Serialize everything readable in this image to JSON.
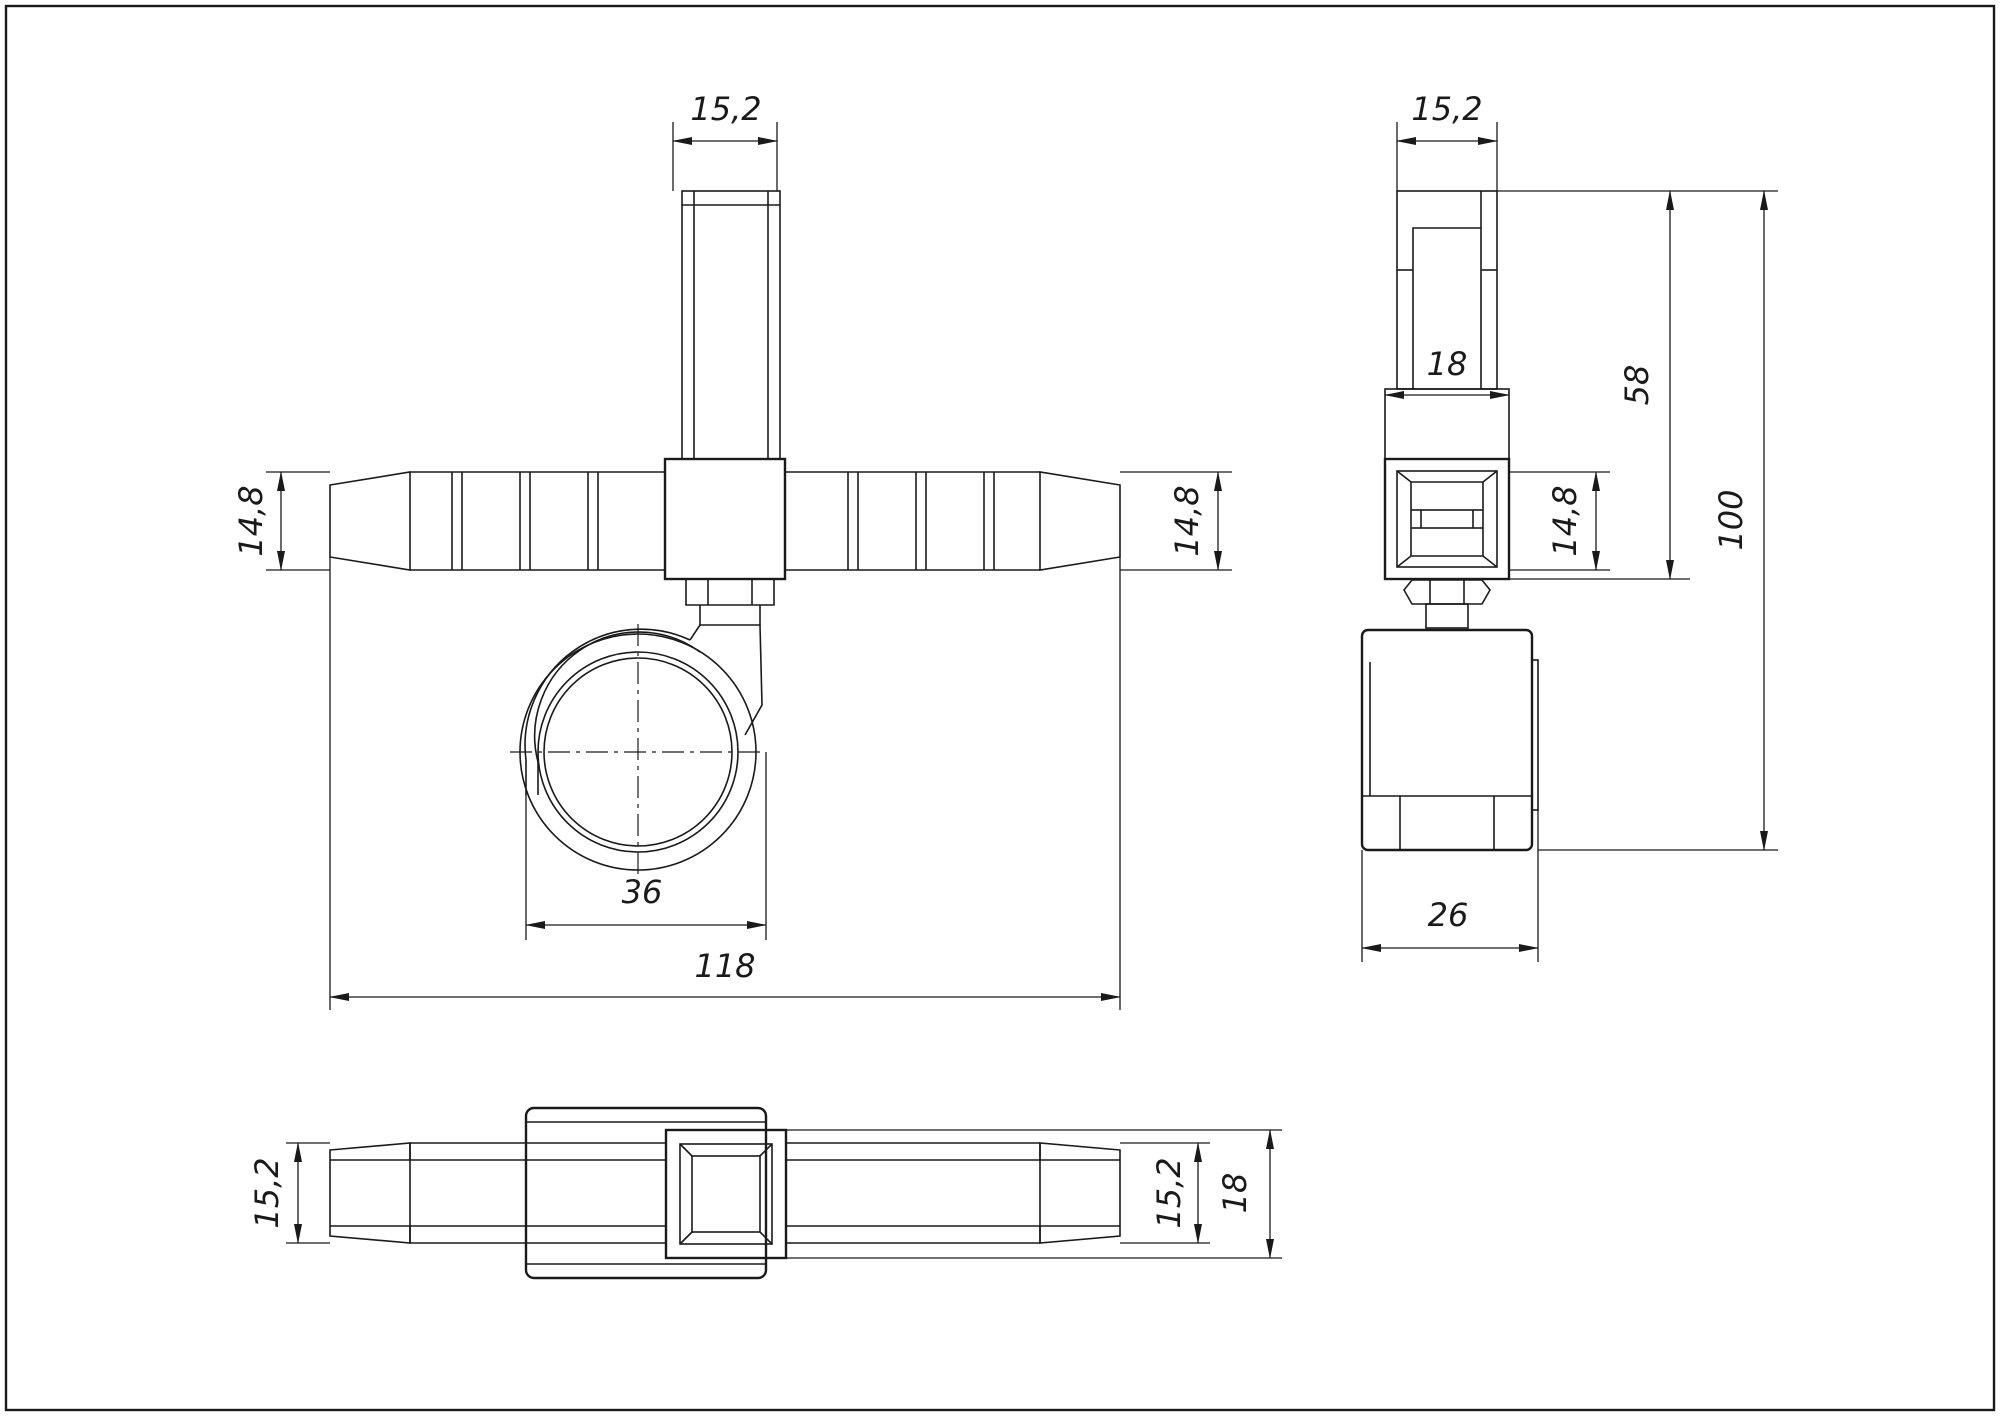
{
  "drawing": {
    "front_view": {
      "stem_width": "15,2",
      "arm_height_left": "14,8",
      "arm_height_right": "14,8",
      "wheel_diameter": "36",
      "overall_length": "118"
    },
    "side_view": {
      "stem_width": "15,2",
      "bracket_width": "18",
      "bracket_height": "14,8",
      "stem_height": "58",
      "overall_height": "100",
      "wheel_width": "26"
    },
    "top_view": {
      "arm_width": "15,2",
      "inner_width": "15,2",
      "bracket_width": "18"
    }
  }
}
